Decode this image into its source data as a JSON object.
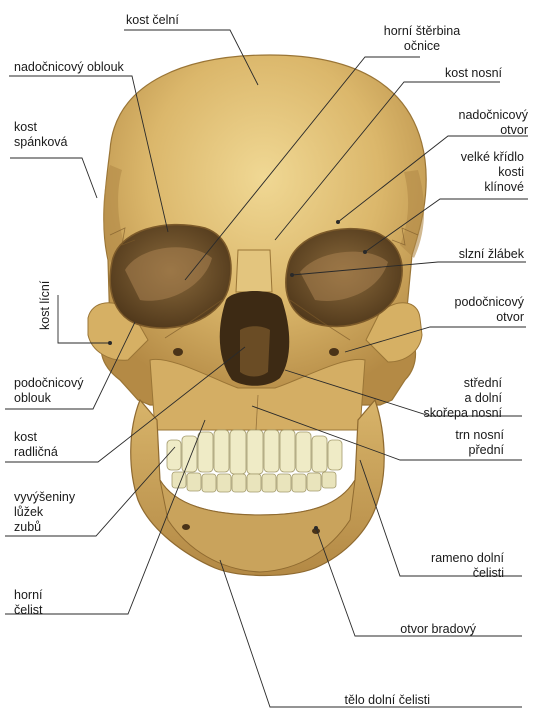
{
  "labels": {
    "kost_celni": "kost čelní",
    "horni_sterbina": "horní štěrbina\nočnice",
    "nadocnicovy_oblouk": "nadočnicový oblouk",
    "kost_nosni": "kost nosní",
    "kost_spankova": "kost\nspánková",
    "nadocnicovy_otvor": "nadočnicový\notvor",
    "velke_kridlo": "velké křídlo\nkosti\nklínové",
    "kost_licni": "kost lícní",
    "slzni_zlabek": "slzní žlábek",
    "podocnicovy_otvor": "podočnicový\notvor",
    "podocnicovy_oblouk": "podočnicový\noblouk",
    "stredni_skorepa": "střední\na dolní\nskořepa nosní",
    "kost_radlicna": "kost\nradličná",
    "trn_nosni": "trn nosní\npřední",
    "vyvyseniny": "vyvýšeniny\nlůžek\nzubů",
    "rameno": "rameno dolní\nčelisti",
    "horni_celist": "horní\nčelist",
    "otvor_bradovy": "otvor bradový",
    "telo_dolni": "tělo dolní čelisti"
  },
  "colors": {
    "bone": "#d9b66a",
    "bone_light": "#ead08c",
    "bone_shadow": "#a57d3c",
    "cavity": "#5e4422",
    "cavity_deep": "#3d2a14",
    "teeth": "#eeeac4",
    "leader": "#2a2a2a"
  }
}
